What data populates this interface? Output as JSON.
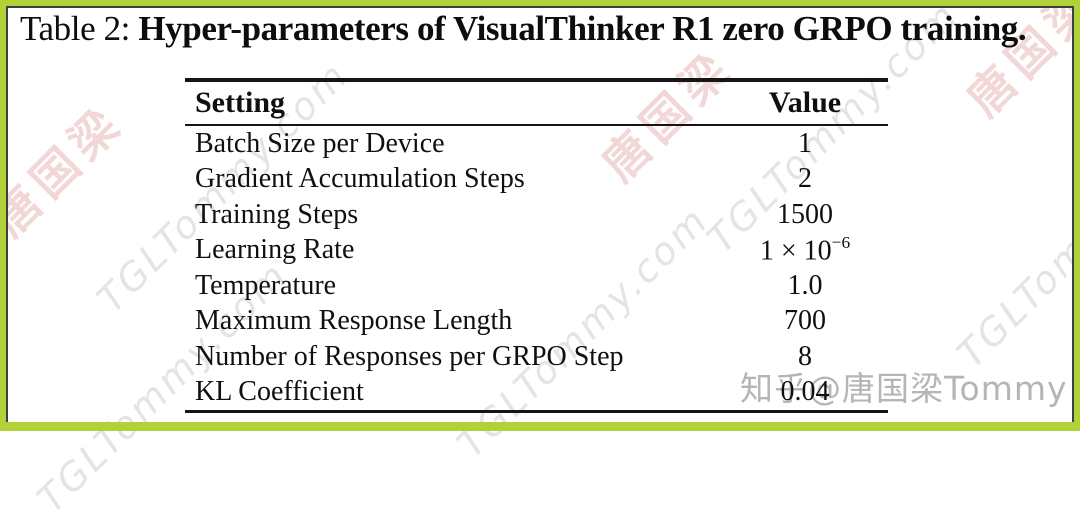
{
  "title": {
    "prefix": "Table 2: ",
    "bold": "Hyper-parameters of VisualThinker R1 zero GRPO training."
  },
  "table": {
    "headers": [
      "Setting",
      "Value"
    ],
    "rows": [
      {
        "setting": "Batch Size per Device",
        "value": "1"
      },
      {
        "setting": "Gradient Accumulation Steps",
        "value": "2"
      },
      {
        "setting": "Training Steps",
        "value": "1500"
      },
      {
        "setting": "Learning Rate",
        "value": "1 × 10^-6",
        "value_base": "1 × 10",
        "value_sup": "−6"
      },
      {
        "setting": "Temperature",
        "value": "1.0"
      },
      {
        "setting": "Maximum Response Length",
        "value": "700"
      },
      {
        "setting": "Number of Responses per GRPO Step",
        "value": "8"
      },
      {
        "setting": "KL Coefficient",
        "value": "0.04"
      }
    ]
  },
  "watermarks": {
    "diagonal_cjk_text": "唐国梁",
    "diagonal_latin_text": "TGLTommy.com",
    "corner_text": "知乎@唐国梁Tommy",
    "colors": {
      "frame_green": "#b0d138",
      "inner_border": "#3d3d3d",
      "cjk_pink": "#de9696",
      "latin_gray": "#787878",
      "corner_gray": "#b5b5b5"
    }
  }
}
